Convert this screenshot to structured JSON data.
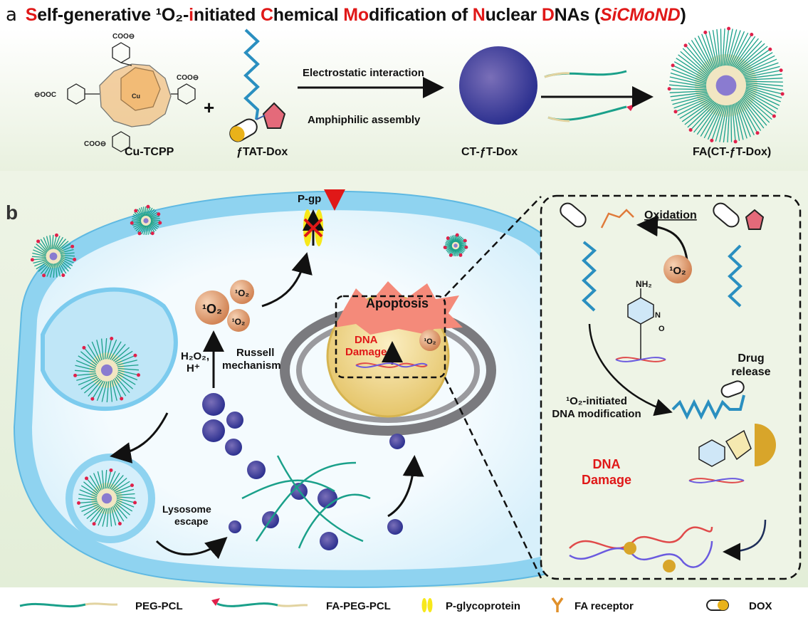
{
  "panel_a": {
    "letter": "a",
    "title_parts": [
      {
        "t": "S",
        "red": true
      },
      {
        "t": "elf-generative ¹O₂-",
        "red": false
      },
      {
        "t": "i",
        "red": true
      },
      {
        "t": "nitiated ",
        "red": false
      },
      {
        "t": "C",
        "red": true
      },
      {
        "t": "hemical ",
        "red": false
      },
      {
        "t": "Mo",
        "red": true
      },
      {
        "t": "dification of ",
        "red": false
      },
      {
        "t": "N",
        "red": true
      },
      {
        "t": "uclear ",
        "red": false
      },
      {
        "t": "D",
        "red": true
      },
      {
        "t": "NAs (",
        "red": false
      },
      {
        "t": "SiCMoND",
        "red": true,
        "italic": true
      },
      {
        "t": ")",
        "red": false
      }
    ],
    "cu_tcpp_label": "Cu-TCPP",
    "cu_label": "Cu",
    "coo_label": "COO⊖",
    "ooc_label": "⊖OOC",
    "plus": "+",
    "ftat_label": "ƒTAT-Dox",
    "arrow_top": "Electrostatic interaction",
    "arrow_bottom": "Amphiphilic assembly",
    "ct_label": "CT-ƒT-Dox",
    "fa_label": "FA(CT-ƒT-Dox)"
  },
  "panel_b": {
    "letter": "b",
    "pgp": "P-gp",
    "h2o2": "H₂O₂,",
    "hplus": "H⁺",
    "russell_1": "Russell",
    "russell_2": "mechanism",
    "singlet_o2": "¹O₂",
    "apoptosis": "Apoptosis",
    "dna_damage_1": "DNA",
    "dna_damage_2": "Damage",
    "lysosome_1": "Lysosome",
    "lysosome_2": "escape",
    "inset": {
      "oxidation": "Oxidation",
      "o2": "¹O₂",
      "nh2": "NH₂",
      "n": "N",
      "o": "O",
      "drug_release_1": "Drug",
      "drug_release_2": "release",
      "modification_1": "¹O₂-initiated",
      "modification_2": "DNA modification",
      "dna_damage_1": "DNA",
      "dna_damage_2": "Damage"
    }
  },
  "legend": [
    {
      "label": "PEG-PCL",
      "icon": "peg-pcl-line"
    },
    {
      "label": "FA-PEG-PCL",
      "icon": "fa-peg-pcl-line"
    },
    {
      "label": "P-glycoprotein",
      "icon": "p-glycoprotein"
    },
    {
      "label": "FA receptor",
      "icon": "fa-receptor"
    },
    {
      "label": "DOX",
      "icon": "dox-capsule"
    }
  ],
  "colors": {
    "accent_red": "#e01818",
    "membrane_blue": "#8fd3f0",
    "dna_strand": "#2a8fc0",
    "nanoparticle": "#3a3d9a",
    "peg": "#1aa08a",
    "pcl": "#e2d3a0",
    "nucleus": "#e8cf78",
    "dox_yellow": "#e9b21a"
  }
}
